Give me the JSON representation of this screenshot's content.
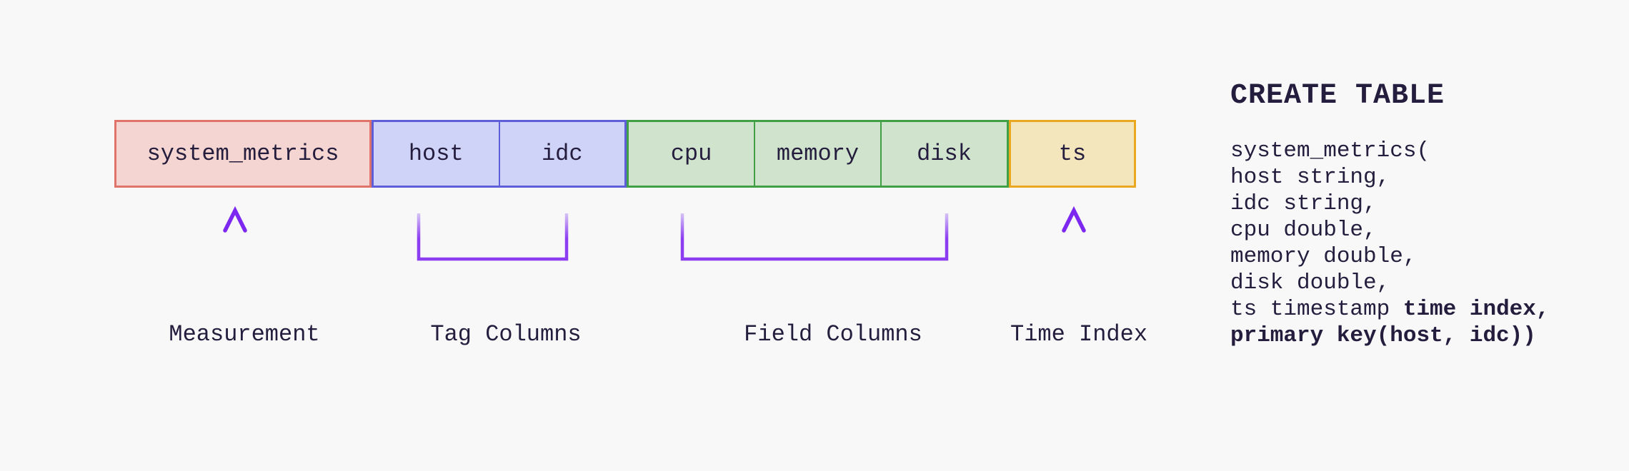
{
  "colors": {
    "background": "#f8f8f8",
    "ink": "#251d3d",
    "purple_bright": "#8133f0",
    "purple_light": "#d6c4f4",
    "measurement_fill": "#f4d5d1",
    "measurement_border": "#e0746a",
    "tag_fill": "#cfd3f7",
    "tag_border": "#5e5ed8",
    "field_fill": "#d0e4cd",
    "field_border": "#41a046",
    "time_fill": "#f3e6bd",
    "time_border": "#e9a820"
  },
  "diagram": {
    "measurement": {
      "cells": [
        "system_metrics"
      ],
      "annotation": "Measurement"
    },
    "tags": {
      "cells": [
        "host",
        "idc"
      ],
      "annotation": "Tag Columns"
    },
    "fields": {
      "cells": [
        "cpu",
        "memory",
        "disk"
      ],
      "annotation": "Field Columns"
    },
    "time": {
      "cells": [
        "ts"
      ],
      "annotation": "Time Index"
    }
  },
  "sql": {
    "title": "CREATE TABLE",
    "lines": [
      {
        "pre": "system_metrics(",
        "bold": ""
      },
      {
        "pre": "host string,",
        "bold": ""
      },
      {
        "pre": "idc string,",
        "bold": ""
      },
      {
        "pre": "cpu double,",
        "bold": ""
      },
      {
        "pre": "memory double,",
        "bold": ""
      },
      {
        "pre": "disk double,",
        "bold": ""
      },
      {
        "pre": "ts timestamp ",
        "bold": "time index,"
      },
      {
        "pre": "",
        "bold": "primary key(host, idc))"
      }
    ]
  }
}
